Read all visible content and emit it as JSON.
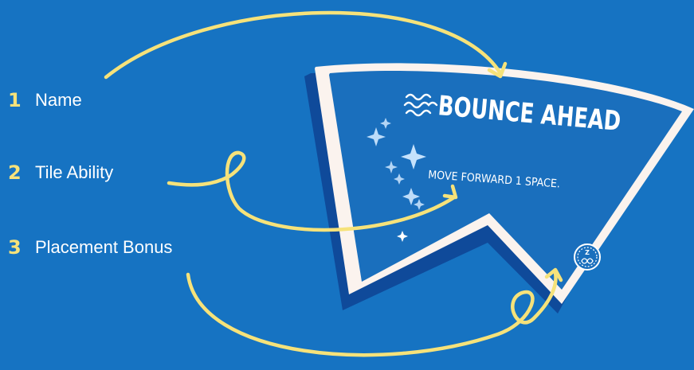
{
  "labels": [
    {
      "number": "1",
      "text": "Name"
    },
    {
      "number": "2",
      "text": "Tile Ability"
    },
    {
      "number": "3",
      "text": "Placement Bonus"
    }
  ],
  "tile": {
    "title": "BOUNCE AHEAD",
    "ability": "MOVE FORWARD 1 SPACE.",
    "bonus_icon": "zodiac-token-icon",
    "title_icon": "wave-icon"
  },
  "colors": {
    "background": "#1673c2",
    "accent": "#f6e27a",
    "tile_face": "#1a6fbd",
    "tile_border": "#fbf3ee",
    "tile_shadow": "#0f4a9a"
  }
}
